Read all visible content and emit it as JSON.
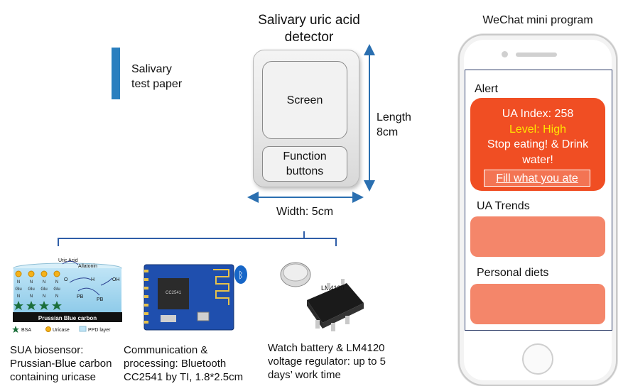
{
  "test_paper": {
    "label_line1": "Salivary",
    "label_line2": "test paper"
  },
  "detector": {
    "title_line1": "Salivary uric acid",
    "title_line2": "detector",
    "screen_label": "Screen",
    "buttons_line1": "Function",
    "buttons_line2": "buttons",
    "length_line1": "Length",
    "length_line2": "8cm",
    "width_label": "Width: 5cm"
  },
  "phone": {
    "title": "WeChat mini program",
    "alert_heading": "Alert",
    "ua_index": "UA Index: 258",
    "level": "Level: High",
    "advice_line1": "Stop eating! & Drink",
    "advice_line2": "water!",
    "link": "Fill what you ate",
    "trends_heading": "UA Trends",
    "diets_heading": "Personal diets"
  },
  "biosensor_figure": {
    "uric_acid": "Uric Acid",
    "allatonin": "Allatonin",
    "o2": "O",
    "h2o2": "H",
    "oh": "OH",
    "pb_red": "PB",
    "pb_ox": "PB",
    "glu": "Glu",
    "n": "N",
    "base": "Prussian Blue carbon",
    "legend_bsa": "BSA",
    "legend_uricase": "Uricase",
    "legend_ppd": "PPD layer"
  },
  "chip_figure": {
    "marking": "CC2541",
    "bluetooth_symbol": "ᛒ"
  },
  "regulator_figure": {
    "marking": "LM4120"
  },
  "components": {
    "biosensor": {
      "line1": "SUA biosensor:",
      "line2": "Prussian-Blue carbon",
      "line3": "containing uricase"
    },
    "comm": {
      "line1": "Communication &",
      "line2": "processing: Bluetooth",
      "line3": "CC2541 by TI, 1.8*2.5cm"
    },
    "power": {
      "line1": "Watch battery & LM4120",
      "line2": "voltage regulator: up to 5",
      "line3": "days’ work time"
    }
  },
  "colors": {
    "alert": "#f04e23",
    "card": "#f4866a",
    "level": "#ffe500",
    "arrow": "#2a6fb0",
    "paper": "#2a7fbf",
    "bracket": "#2f5ea8"
  }
}
